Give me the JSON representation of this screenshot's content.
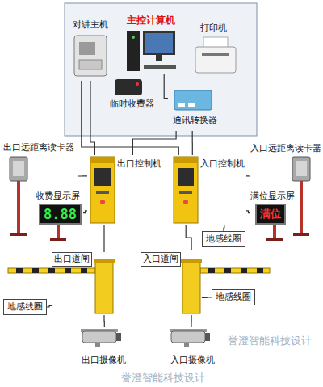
{
  "diagram": {
    "nodes": [
      {
        "text": [
          "对讲主机"
        ]
      },
      {
        "text": [
          "主控计算机"
        ]
      },
      {
        "text": [
          "打印机"
        ]
      },
      {
        "text": [
          "临时收费器"
        ]
      },
      {
        "text": [
          "通讯转换器"
        ]
      },
      {
        "text": [
          "出口远距离读卡器"
        ]
      },
      {
        "text": [
          "入口远距离读卡器"
        ]
      },
      {
        "text": [
          "出口控制机"
        ]
      },
      {
        "text": [
          "收费显示屏",
          "8.88"
        ]
      },
      {
        "text": [
          "入口控制机"
        ]
      },
      {
        "text": [
          "满位显示屏",
          "满位"
        ]
      },
      {
        "text": [
          "地感线圈"
        ]
      },
      {
        "text": [
          "出口道闸"
        ]
      },
      {
        "text": [
          "入口道闸"
        ]
      },
      {
        "text": [
          "地感线圈"
        ]
      },
      {
        "text": [
          "地感线圈"
        ]
      },
      {
        "text": [
          "出口摄像机"
        ]
      },
      {
        "text": [
          "入口摄像机"
        ]
      }
    ],
    "edges": [
      {
        "from": 1,
        "to": 4,
        "arrow": "none"
      },
      {
        "from": 0,
        "to": 7,
        "arrow": "none"
      },
      {
        "from": 4,
        "to": 9,
        "arrow": "none"
      },
      {
        "from": 4,
        "to": 7,
        "arrow": "none"
      },
      {
        "from": 0,
        "to": 9,
        "arrow": "none"
      },
      {
        "from": 7,
        "to": 5,
        "arrow": "none"
      },
      {
        "from": 7,
        "to": 8,
        "arrow": "none"
      },
      {
        "from": 9,
        "to": 6,
        "arrow": "none"
      },
      {
        "from": 9,
        "to": 10,
        "arrow": "none"
      },
      {
        "from": 9,
        "to": 11,
        "arrow": "none"
      },
      {
        "from": 7,
        "to": 12,
        "arrow": "none"
      },
      {
        "from": 9,
        "to": 13,
        "arrow": "none"
      },
      {
        "from": 12,
        "to": 14,
        "arrow": "none"
      },
      {
        "from": 13,
        "to": 15,
        "arrow": "none"
      },
      {
        "from": 12,
        "to": 16,
        "arrow": "none"
      },
      {
        "from": 13,
        "to": 17,
        "arrow": "none"
      }
    ],
    "labels": [
      "誉澄智能科技设计",
      "誉澄智能科技设计"
    ]
  }
}
